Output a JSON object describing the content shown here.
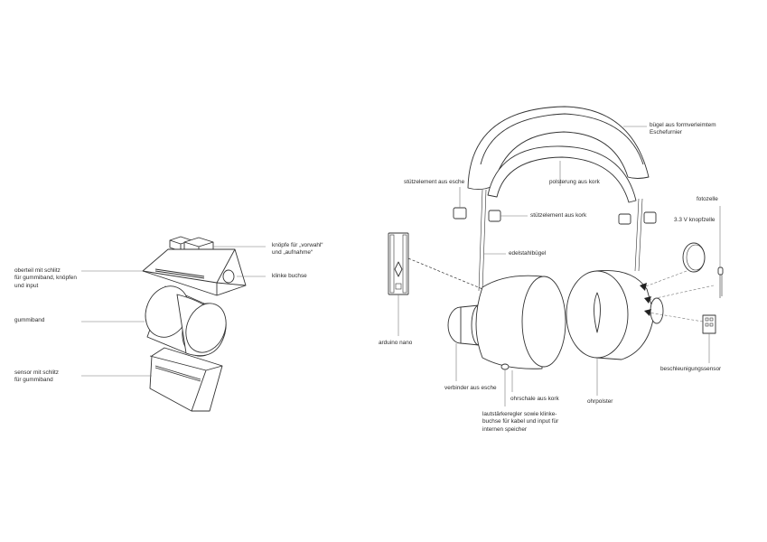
{
  "left_labels": {
    "oberteil": [
      "oberteil mit schlitz",
      "für gummiband, knöpfen",
      "und input"
    ],
    "gummiband": [
      "gummiband"
    ],
    "sensor": [
      "sensor mit schlitz",
      "für gummiband"
    ],
    "knoepfe": [
      "knöpfe für „vorwahl“",
      "und „aufnahme“"
    ],
    "klinke": [
      "klinke buchse"
    ]
  },
  "right_labels": {
    "buegel": [
      "bügel aus formverleimtem",
      "Eschefurnier"
    ],
    "polsterung": [
      "polsterung aus kork"
    ],
    "stuetz_esche": [
      "stützelement aus esche"
    ],
    "stuetz_kork": [
      "stützelement aus kork"
    ],
    "fotozelle": [
      "fotozelle"
    ],
    "knopfzelle": [
      "3.3 V knopfzelle"
    ],
    "edelstahl": [
      "edelstahlbügel"
    ],
    "arduino": [
      "arduino nano"
    ],
    "verbinder": [
      "verbinder aus esche"
    ],
    "ohrschale": [
      "ohrschale aus kork"
    ],
    "ohrpolster": [
      "ohrpolster"
    ],
    "beschleunigung": [
      "beschleunigungssensor"
    ],
    "regler": [
      "lautstärkeregler sowie klinke-",
      "buchse für kabel und input für",
      "internen speicher"
    ]
  }
}
